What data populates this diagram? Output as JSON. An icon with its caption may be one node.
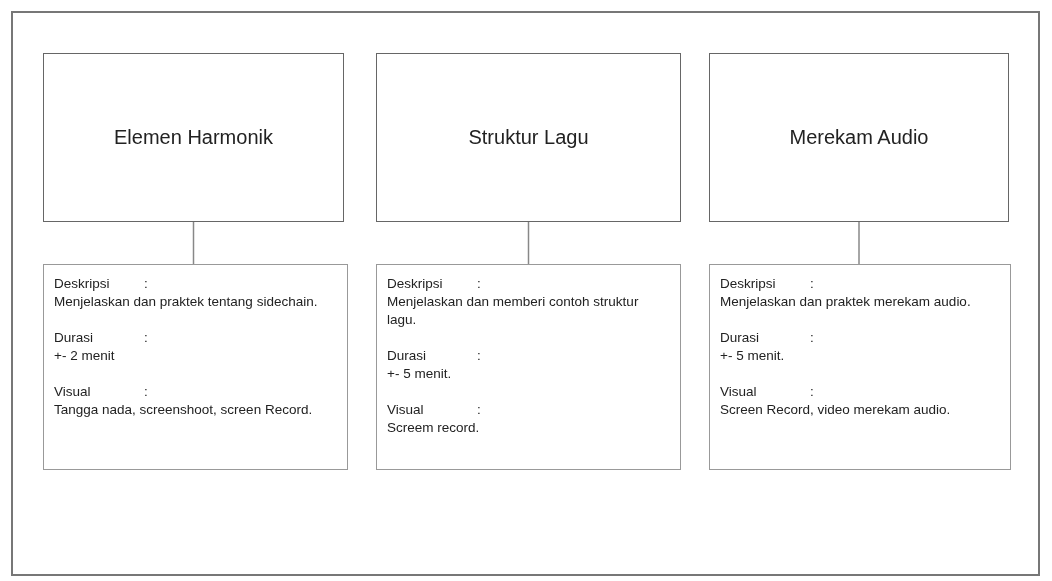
{
  "diagram": {
    "nodes": [
      {
        "text": [
          "Elemen Harmonik"
        ]
      },
      {
        "text": [
          "Struktur Lagu"
        ]
      },
      {
        "text": [
          "Merekam Audio"
        ]
      },
      {
        "text": [
          "Deskripsi",
          ":",
          "Menjelaskan dan praktek tentang sidechain.",
          "Durasi",
          ":",
          "+- 2 menit",
          "Visual",
          ":",
          "Tangga nada, screenshoot, screen Record."
        ]
      },
      {
        "text": [
          "Deskripsi",
          ":",
          "Menjelaskan dan memberi contoh struktur lagu.",
          "Durasi",
          ":",
          "+- 5 menit.",
          "Visual",
          ":",
          "Screem record."
        ]
      },
      {
        "text": [
          "Deskripsi",
          ":",
          "Menjelaskan dan praktek merekam audio.",
          "Durasi",
          ":",
          "+- 5 menit.",
          "Visual",
          ":",
          "Screen Record, video merekam audio."
        ]
      }
    ],
    "edges": [
      {
        "from": 0,
        "to": 3,
        "arrow": "none"
      },
      {
        "from": 1,
        "to": 4,
        "arrow": "none"
      },
      {
        "from": 2,
        "to": 5,
        "arrow": "none"
      }
    ]
  }
}
